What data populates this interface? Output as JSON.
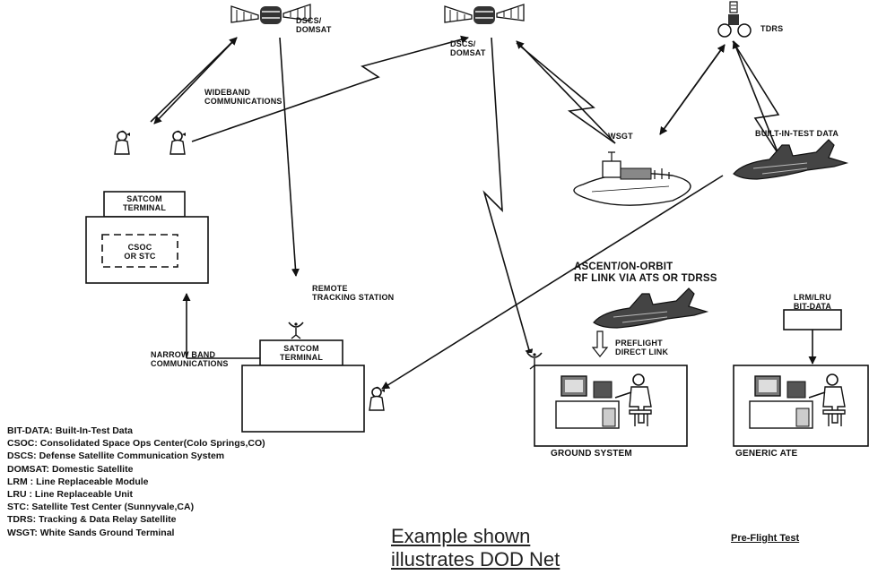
{
  "labels": {
    "dscs_domsat_left": [
      "DSCS/",
      "DOMSAT"
    ],
    "dscs_domsat_right": [
      "DSCS/",
      "DOMSAT"
    ],
    "tdrs": "TDRS",
    "wideband": [
      "WIDEBAND",
      "COMMUNICATIONS"
    ],
    "wsgt": "WSGT",
    "built_in_test_data": "BUILT-IN-TEST DATA",
    "satcom_terminal_upper": [
      "SATCOM",
      "TERMINAL"
    ],
    "csoc": [
      "CSOC",
      "OR STC"
    ],
    "remote_tracking": [
      "REMOTE",
      "TRACKING STATION"
    ],
    "narrow_band": [
      "NARROW BAND",
      "COMMUNICATIONS"
    ],
    "satcom_terminal_lower": [
      "SATCOM",
      "TERMINAL"
    ],
    "ascent_link": [
      "ASCENT/ON-ORBIT",
      "RF LINK VIA ATS OR TDRSS"
    ],
    "preflight_link": [
      "PREFLIGHT",
      "DIRECT LINK"
    ],
    "lrm_lru": [
      "LRM/LRU",
      "BIT-DATA"
    ],
    "ground_system": "GROUND SYSTEM",
    "generic_ate": "GENERIC ATE",
    "pre_flight_test": "Pre-Flight Test"
  },
  "legend": [
    "BIT-DATA: Built-In-Test Data",
    "CSOC: Consolidated Space Ops Center(Colo Springs,CO)",
    "DSCS: Defense Satellite Communication System",
    "DOMSAT: Domestic Satellite",
    "LRM : Line Replaceable Module",
    "LRU : Line Replaceable Unit",
    "STC: Satellite Test Center (Sunnyvale,CA)",
    "TDRS: Tracking &  Data Relay Satellite",
    "WSGT: White Sands Ground Terminal"
  ],
  "caption": [
    "Example shown",
    "illustrates DOD Net"
  ],
  "icons": [
    "satellite-icon",
    "antenna-dish-icon",
    "operator-icon",
    "shuttle-icon",
    "ground-station-icon",
    "workstation-icon"
  ]
}
